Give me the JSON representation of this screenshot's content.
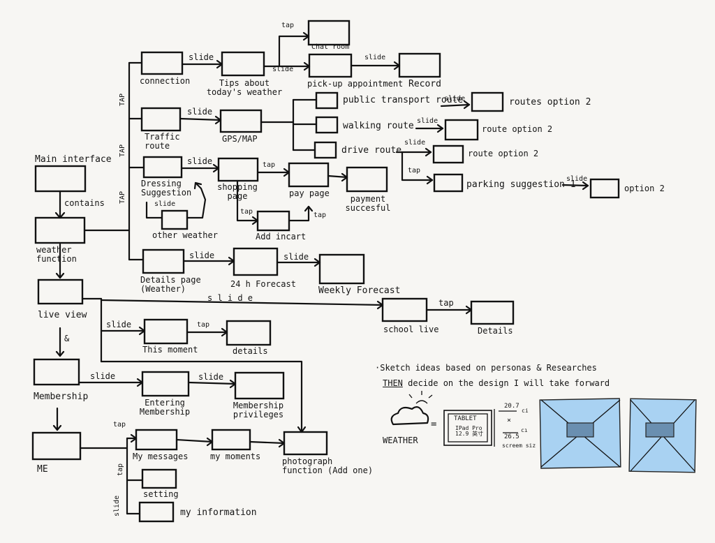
{
  "nodes": {
    "main": "Main interface",
    "weather": "weather\nfunction",
    "live": "live view",
    "membership": "Membership",
    "me": "ME",
    "connection": "connection",
    "tips": "Tips about\ntoday's weather",
    "chat": "Chat room",
    "pickup": "pick-up appointment",
    "record": "Record",
    "traffic": "Traffic\nroute",
    "gps": "GPS/MAP",
    "public": "public transport route",
    "walking": "walking route",
    "drive": "drive route",
    "routes2": "routes option 2",
    "walk2": "route option 2",
    "drive2": "route option 2",
    "parking": "parking suggestion 1",
    "option2": "option 2",
    "dressing": "Dressing\nSuggestion",
    "shopping": "shopping\npage",
    "pay": "pay page",
    "paysuccess": "payment\nsuccesful",
    "other": "other weather",
    "addcart": "Add incart",
    "details_weather": "Details page\n(Weather)",
    "forecast24": "24 h Forecast",
    "weekly": "Weekly Forecast",
    "school": "school live",
    "school_details": "Details",
    "thismoment": "This moment",
    "moment_details": "details",
    "entering": "Entering\nMembership",
    "privileges": "Membership\nprivileges",
    "messages": "My messages",
    "moments": "my moments",
    "photo": "photograph\nfunction (Add one)",
    "setting": "setting",
    "myinfo": "my information"
  },
  "edges": {
    "contains": "contains",
    "amp": "&",
    "tap": "TAP",
    "tap2": "tap",
    "slide": "slide",
    "slide_spaced": "s l i d e",
    "tap_vertical": "tap",
    "slide_vertical": "slide"
  },
  "notes": {
    "line1": "·Sketch ideas based on personas & Researches",
    "line2_then": "THEN",
    "line2_rest": " decide on the design I will take forward"
  },
  "weather_sketch": {
    "equals": "=",
    "label": "WEATHER",
    "tablet": "TABLET",
    "ipad": "IPad Pro\n12.9 英寸",
    "w": "20.7",
    "w_unit": "ci",
    "x": "×",
    "h": "26.5",
    "h_unit": "cı",
    "screen": "screem siz"
  },
  "colors": {
    "ink": "#111111",
    "paper": "#f7f6f3",
    "sticky": "#a9d2f2"
  }
}
